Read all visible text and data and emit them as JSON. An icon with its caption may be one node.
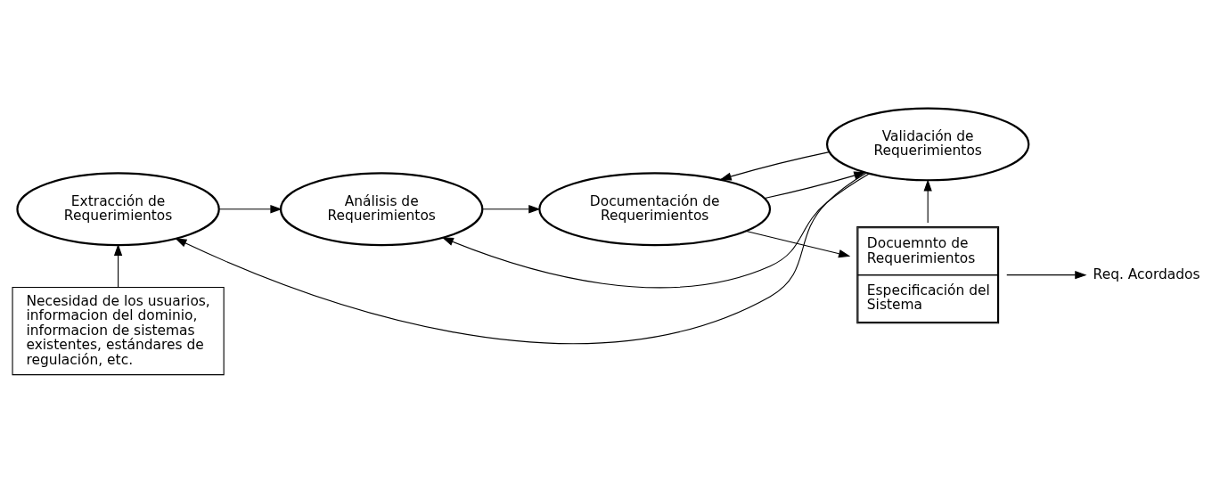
{
  "diagram": {
    "nodes": [
      {
        "text": [
          "Extracción de Requerimientos"
        ]
      },
      {
        "text": [
          "Análisis de Requerimientos"
        ]
      },
      {
        "text": [
          "Documentación de Requerimientos"
        ]
      },
      {
        "text": [
          "Validación de Requerimientos"
        ]
      },
      {
        "text": [
          "Necesidad de los usuarios, informacion del dominio, informacion de sistemas existentes, estándares de regulación, etc."
        ]
      },
      {
        "text": [
          "Docuemnto de Requerimientos",
          "Especificación del Sistema"
        ]
      },
      {
        "text": [
          "Req. Acordados"
        ]
      }
    ],
    "edges": [
      {
        "from": 0,
        "to": 1,
        "arrow": "to"
      },
      {
        "from": 1,
        "to": 2,
        "arrow": "to"
      },
      {
        "from": 2,
        "to": 3,
        "arrow": "to"
      },
      {
        "from": 3,
        "to": 0,
        "arrow": "to"
      },
      {
        "from": 3,
        "to": 1,
        "arrow": "to"
      },
      {
        "from": 3,
        "to": 2,
        "arrow": "to"
      },
      {
        "from": 4,
        "to": 0,
        "arrow": "to"
      },
      {
        "from": 2,
        "to": 5,
        "arrow": "to"
      },
      {
        "from": 5,
        "to": 3,
        "arrow": "to"
      },
      {
        "from": 5,
        "to": 6,
        "arrow": "to"
      }
    ]
  }
}
